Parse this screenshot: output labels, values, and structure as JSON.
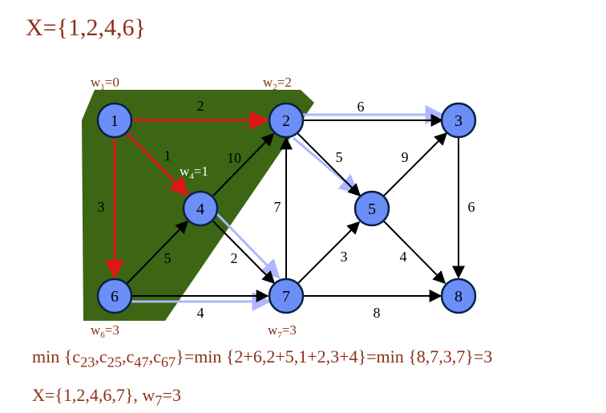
{
  "title": "X={1,2,4,6}",
  "colors": {
    "text_accent": "#8B2F1A",
    "region_fill": "#3C6614",
    "node_fill": "#6B8EF7",
    "node_stroke": "#0B1F45",
    "edge_red": "#E01515",
    "edge_blue": "#AEB6FF",
    "edge_black": "#000000",
    "weight_text": "#8B2F1A"
  },
  "nodes": [
    {
      "id": "1",
      "label": "1"
    },
    {
      "id": "2",
      "label": "2"
    },
    {
      "id": "3",
      "label": "3"
    },
    {
      "id": "4",
      "label": "4"
    },
    {
      "id": "5",
      "label": "5"
    },
    {
      "id": "6",
      "label": "6"
    },
    {
      "id": "7",
      "label": "7"
    },
    {
      "id": "8",
      "label": "8"
    }
  ],
  "edges": [
    {
      "from": "1",
      "to": "2",
      "weight": "2",
      "style": "red"
    },
    {
      "from": "1",
      "to": "4",
      "weight": "1",
      "style": "red"
    },
    {
      "from": "1",
      "to": "6",
      "weight": "3",
      "style": "red"
    },
    {
      "from": "2",
      "to": "3",
      "weight": "6",
      "style": "black",
      "highlight": "blue"
    },
    {
      "from": "2",
      "to": "5",
      "weight": "5",
      "style": "black",
      "highlight": "blue"
    },
    {
      "from": "4",
      "to": "2",
      "weight": "10",
      "style": "black"
    },
    {
      "from": "4",
      "to": "7",
      "weight": "2",
      "style": "black",
      "highlight": "blue"
    },
    {
      "from": "6",
      "to": "4",
      "weight": "5",
      "style": "black"
    },
    {
      "from": "6",
      "to": "7",
      "weight": "4",
      "style": "black",
      "highlight": "blue"
    },
    {
      "from": "7",
      "to": "2",
      "weight": "7",
      "style": "black"
    },
    {
      "from": "7",
      "to": "5",
      "weight": "3",
      "style": "black"
    },
    {
      "from": "7",
      "to": "8",
      "weight": "8",
      "style": "black"
    },
    {
      "from": "5",
      "to": "3",
      "weight": "9",
      "style": "black"
    },
    {
      "from": "5",
      "to": "8",
      "weight": "4",
      "style": "black"
    },
    {
      "from": "3",
      "to": "8",
      "weight": "6",
      "style": "black"
    }
  ],
  "weights": {
    "w1": {
      "base": "w",
      "sub": "1",
      "value": "=0"
    },
    "w2": {
      "base": "w",
      "sub": "2",
      "value": "=2"
    },
    "w4": {
      "base": "w",
      "sub": "4",
      "value": "=1"
    },
    "w6": {
      "base": "w",
      "sub": "6",
      "value": "=3"
    },
    "w7": {
      "base": "w",
      "sub": "7",
      "value": "=3"
    }
  },
  "equation": {
    "p1": "min {c",
    "s1": "23",
    "p2": ",c",
    "s2": "25",
    "p3": ",c",
    "s3": "47",
    "p4": ",c",
    "s4": "67",
    "p5": "}=min {2+6,2+5,1+2,3+4}=min {8,7,3,7}=3"
  },
  "result": {
    "p1": "X={1,2,4,6,7}, w",
    "s1": "7",
    "p2": "=3"
  }
}
